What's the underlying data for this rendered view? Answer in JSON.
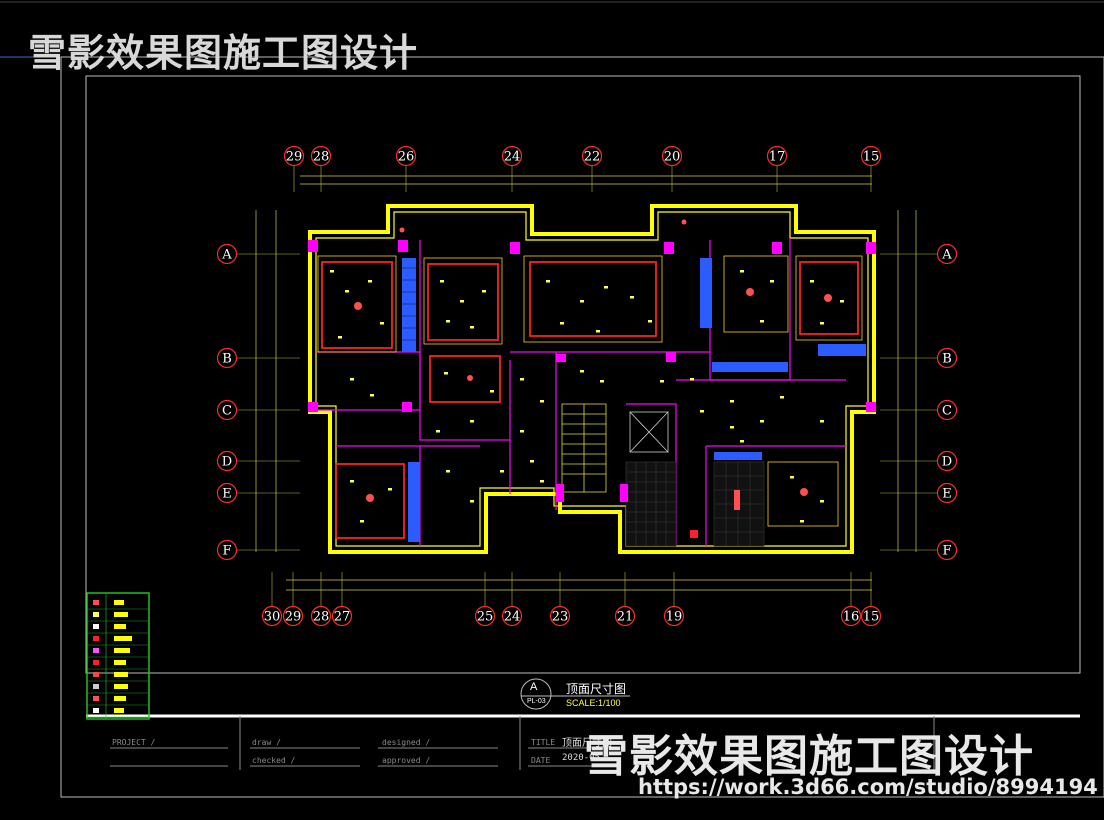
{
  "watermark": {
    "top": "雪影效果图施工图设计",
    "bottom": "雪影效果图施工图设计",
    "url": "https://work.3d66.com/studio/8994194"
  },
  "drawing": {
    "callout_letter": "A",
    "callout_sub": "PL-03",
    "title": "顶面尺寸图",
    "scale": "SCALE:1/100"
  },
  "axes": {
    "top_numbers": [
      "29",
      "28",
      "26",
      "24",
      "22",
      "20",
      "17",
      "15"
    ],
    "bottom_numbers": [
      "30",
      "29",
      "28",
      "27",
      "25",
      "24",
      "23",
      "21",
      "19",
      "16",
      "15"
    ],
    "left_letters": [
      "A",
      "B",
      "C",
      "D",
      "E",
      "F"
    ],
    "right_letters": [
      "A",
      "B",
      "C",
      "D",
      "E",
      "F"
    ]
  },
  "title_block": {
    "project": "PROJECT /",
    "draw": "draw /",
    "checked": "checked /",
    "designed": "designed /",
    "approved": "approved /",
    "title_label": "TITLE",
    "title_value": "顶面尺寸图",
    "date_label": "DATE",
    "date_value": "2020-05"
  },
  "colors": {
    "wall": "#ffff00",
    "ceiling": "#ff2020",
    "partition": "#ff00ff",
    "fixture": "#ffffff",
    "legend_border": "#22cc22",
    "frame": "#bbbbbb"
  }
}
